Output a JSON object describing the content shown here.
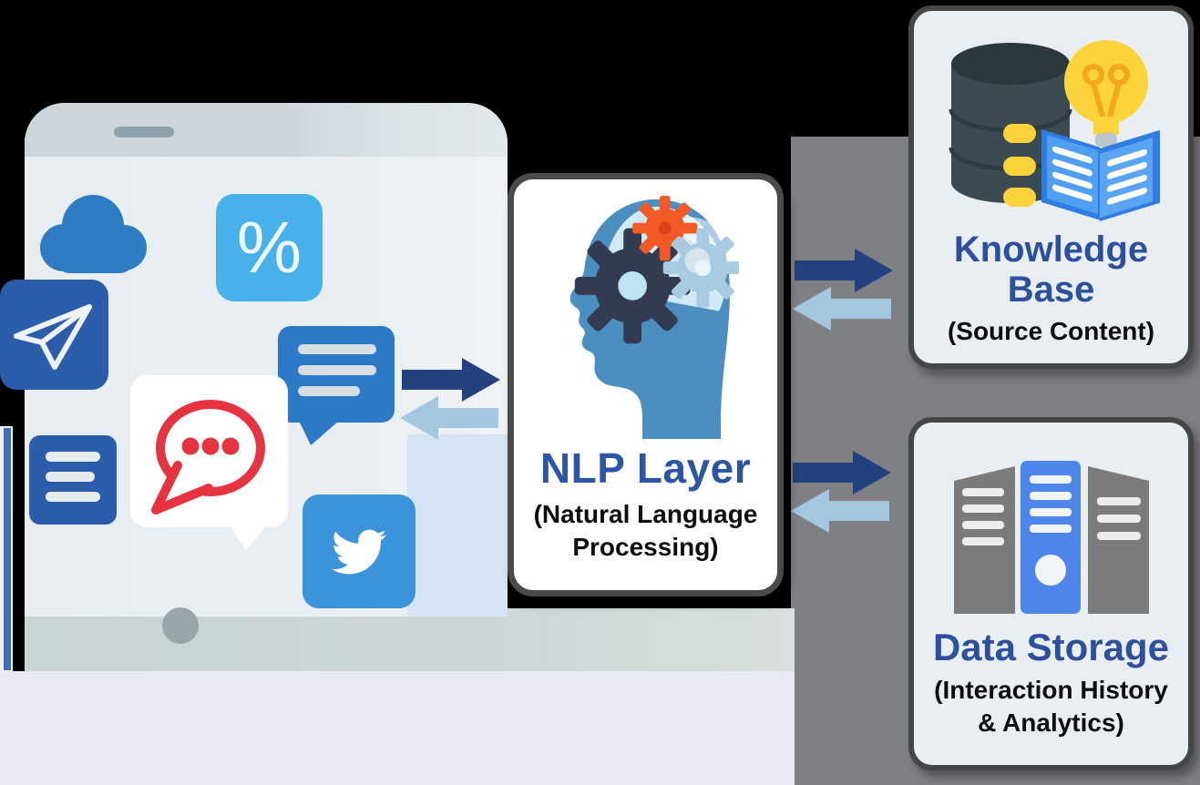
{
  "background": {
    "backdrop_color": "#000000",
    "right_panel_color": "#7e8084",
    "bottom_strip_color": "#e9e9f4",
    "table_band_color": "#cdd6d6"
  },
  "phone": {
    "percent_symbol": "%",
    "icons": [
      "cloud-icon",
      "percent-icon",
      "send-icon",
      "chat-lines-icon",
      "document-lines-icon",
      "red-chat-bubble-icon",
      "twitter-icon"
    ]
  },
  "arrows": {
    "dark_color": "#24417f",
    "light_color": "#a5c6df",
    "pairs": [
      "phone-to-nlp",
      "nlp-to-knowledge-base",
      "nlp-to-data-storage"
    ]
  },
  "nlp_box": {
    "title": "NLP Layer",
    "subtitle_line1": "(Natural Language",
    "subtitle_line2": "Processing)",
    "title_color": "#2d55a5"
  },
  "knowledge_box": {
    "title_line1": "Knowledge",
    "title_line2": "Base",
    "subtitle": "(Source Content)",
    "title_color": "#2d4f9e"
  },
  "storage_box": {
    "title": "Data Storage",
    "subtitle_line1": "(Interaction History",
    "subtitle_line2": "& Analytics)",
    "title_color": "#2d4f9e"
  }
}
